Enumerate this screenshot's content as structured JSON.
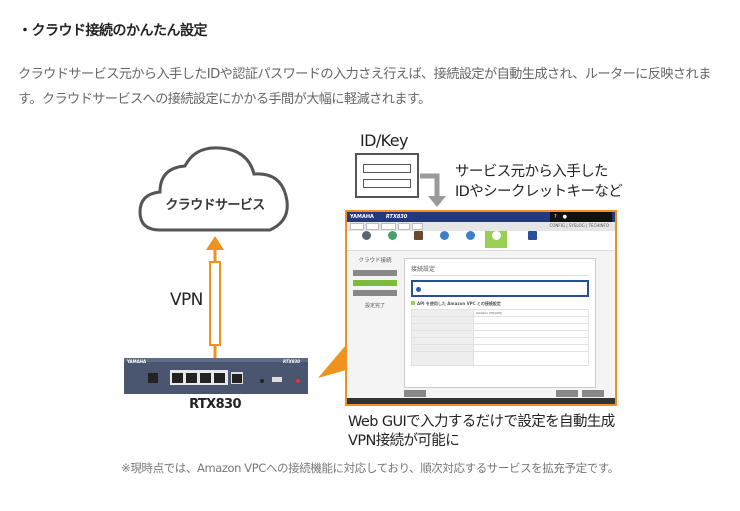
{
  "section": {
    "heading": "・クラウド接続のかんたん設定",
    "paragraph": "クラウドサービス元から入手したIDや認証パスワードの入力さえ行えば、接続設定が自動生成され、ルーターに反映されます。クラウドサービスへの接続設定にかかる手間が大幅に軽減されます。"
  },
  "diagram": {
    "idkey_label": "ID/Key",
    "service_text_line1": "サービス元から入手した",
    "service_text_line2": "IDやシークレットキーなど",
    "cloud_label": "クラウドサービス",
    "vpn_label": "VPN",
    "router_label": "RTX830",
    "router_brand": "YAMAHA",
    "caption_line1": "Web GUIで入力するだけで設定を自動生成",
    "caption_line2": "VPN接続が可能に",
    "colors": {
      "accent": "#f0921e",
      "arrow_gray": "#9a9a9a",
      "gui_header": "#233a7a",
      "gui_active": "#9bcf53"
    }
  },
  "gui": {
    "brand": "YAMAHA",
    "model": "RTX830",
    "help": "?",
    "links": "CONFIG | SYSLOG | TECHINFO",
    "side_title": "クラウド接続",
    "done": "設定完了",
    "main_title": "接続設定",
    "section_title": "API を使用した Amazon VPC との接続設定",
    "service_value": "Amazon VPC(API)"
  },
  "footnote": "※現時点では、Amazon VPCへの接続機能に対応しており、順次対応するサービスを拡充予定です。"
}
